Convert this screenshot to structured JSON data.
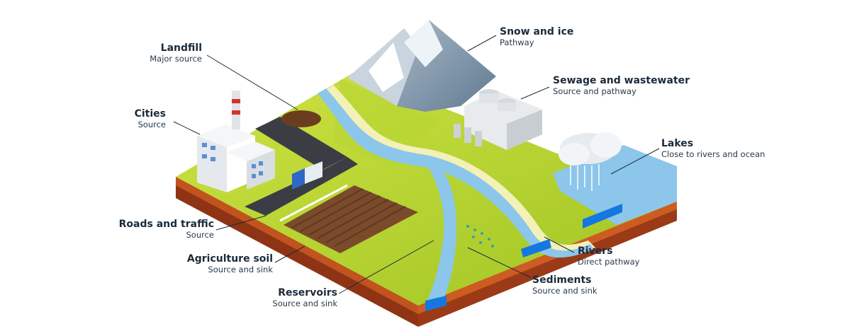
{
  "labels": {
    "snow": {
      "title": "Snow and ice",
      "sub": "Pathway"
    },
    "landfill": {
      "title": "Landfill",
      "sub": "Major source"
    },
    "sewage": {
      "title": "Sewage and wastewater",
      "sub": "Source and pathway"
    },
    "cities": {
      "title": "Cities",
      "sub": "Source"
    },
    "lakes": {
      "title": "Lakes",
      "sub": "Close to rivers and ocean"
    },
    "roads": {
      "title": "Roads and traffic",
      "sub": "Source"
    },
    "agriculture": {
      "title": "Agriculture soil",
      "sub": "Source and sink"
    },
    "rivers": {
      "title": "Rivers",
      "sub": "Direct pathway"
    },
    "sediments": {
      "title": "Sediments",
      "sub": "Source and sink"
    },
    "reservoirs": {
      "title": "Reservoirs",
      "sub": "Source and sink"
    }
  },
  "colors": {
    "grass_light": "#c6dc3a",
    "grass": "#a9cc2a",
    "soil_top": "#c1531f",
    "soil_dark": "#8e3414",
    "water": "#8cc6ea",
    "water_deep": "#1478e0",
    "road": "#3a3e44",
    "mountain": "#8da0b3",
    "label_text": "#1b2b3a"
  }
}
